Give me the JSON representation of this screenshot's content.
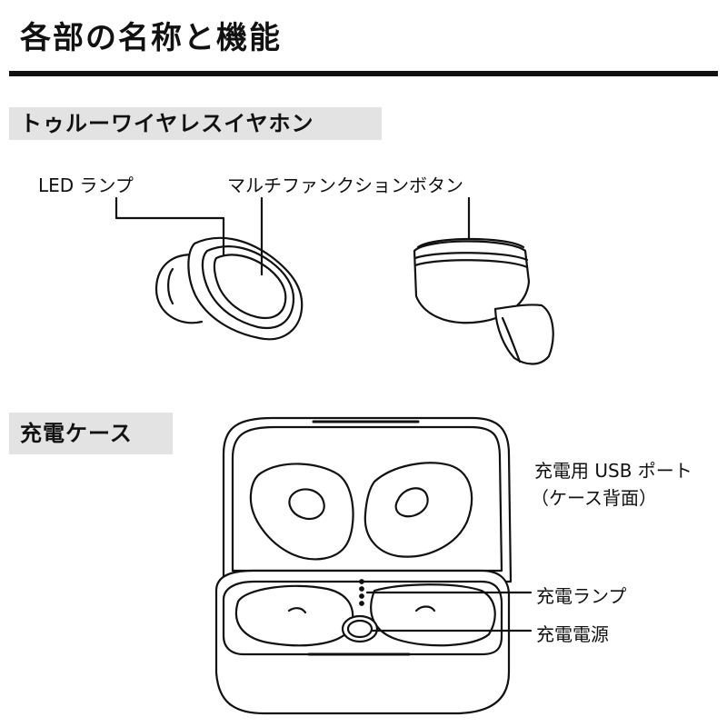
{
  "title": "各部の名称と機能",
  "sections": {
    "earbuds": "トゥルーワイヤレスイヤホン",
    "case": "充電ケース"
  },
  "labels": {
    "led_lamp": "LED ランプ",
    "multifunction_button": "マルチファンクションボタン",
    "usb_port_line1": "充電用 USB ポート",
    "usb_port_line2": "（ケース背面）",
    "charge_lamp": "充電ランプ",
    "charge_power": "充電電源"
  }
}
